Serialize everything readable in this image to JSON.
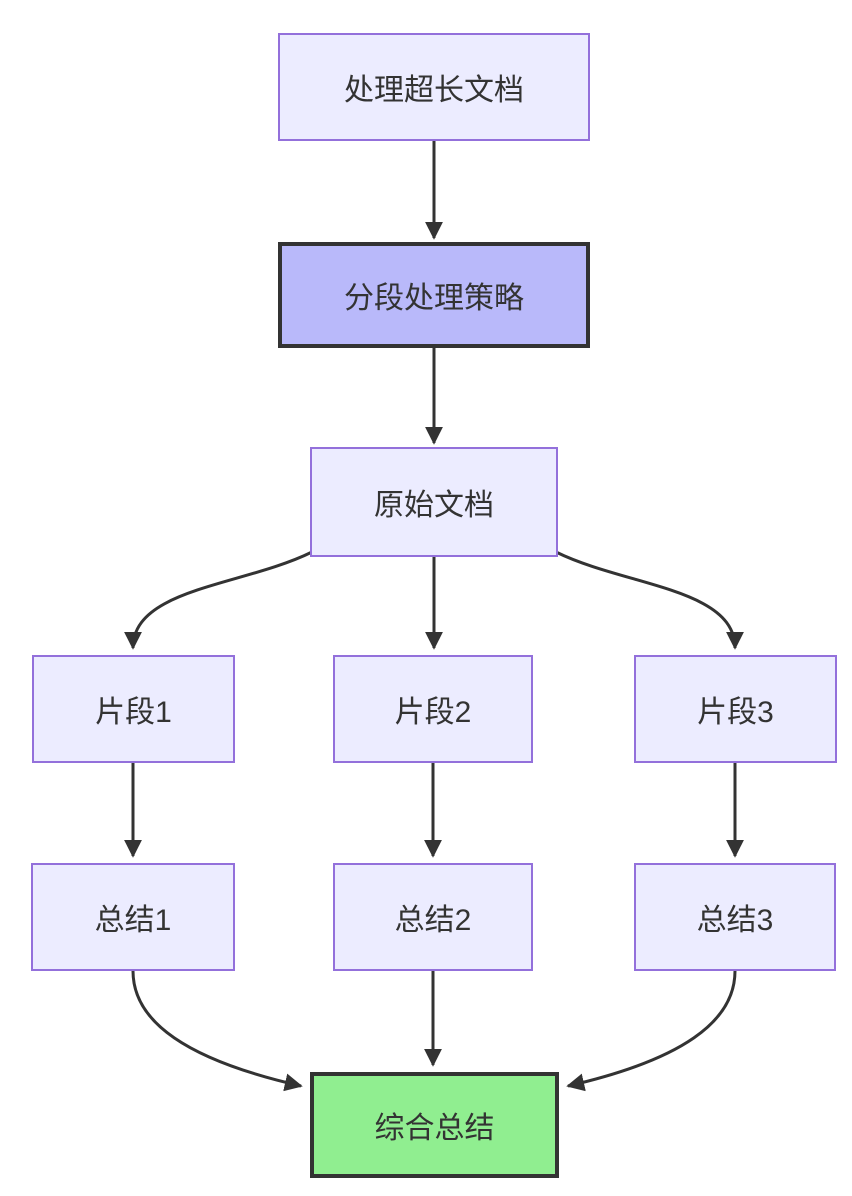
{
  "diagram": {
    "type": "flowchart-top-down",
    "nodes": [
      {
        "id": "A",
        "label": "处理超长文档",
        "style": "default"
      },
      {
        "id": "B",
        "label": "分段处理策略",
        "style": "emphasis"
      },
      {
        "id": "C",
        "label": "原始文档",
        "style": "default"
      },
      {
        "id": "D",
        "label": "片段1",
        "style": "default"
      },
      {
        "id": "E",
        "label": "片段2",
        "style": "default"
      },
      {
        "id": "F",
        "label": "片段3",
        "style": "default"
      },
      {
        "id": "G",
        "label": "总结1",
        "style": "default"
      },
      {
        "id": "H",
        "label": "总结2",
        "style": "default"
      },
      {
        "id": "I",
        "label": "总结3",
        "style": "default"
      },
      {
        "id": "J",
        "label": "综合总结",
        "style": "success"
      }
    ],
    "edges": [
      {
        "from": "处理超长文档",
        "to": "分段处理策略"
      },
      {
        "from": "分段处理策略",
        "to": "原始文档"
      },
      {
        "from": "原始文档",
        "to": "片段1"
      },
      {
        "from": "原始文档",
        "to": "片段2"
      },
      {
        "from": "原始文档",
        "to": "片段3"
      },
      {
        "from": "片段1",
        "to": "总结1"
      },
      {
        "from": "片段2",
        "to": "总结2"
      },
      {
        "from": "片段3",
        "to": "总结3"
      },
      {
        "from": "总结1",
        "to": "综合总结"
      },
      {
        "from": "总结2",
        "to": "综合总结"
      },
      {
        "from": "总结3",
        "to": "综合总结"
      }
    ],
    "colors": {
      "node_fill": "#ECECFF",
      "node_border": "#9370DB",
      "emphasis_fill": "#B9B9FA",
      "emphasis_border": "#333333",
      "success_fill": "#90EE90",
      "success_border": "#333333",
      "edge": "#333333",
      "text": "#333333",
      "background": "#FFFFFF"
    }
  }
}
